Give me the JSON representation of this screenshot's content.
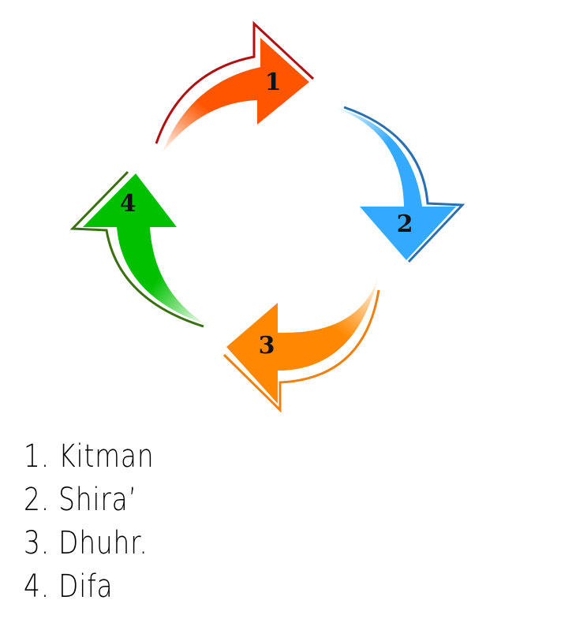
{
  "cycle": {
    "steps": [
      {
        "number": "1",
        "color": "#ff5500",
        "outline": "#b01010"
      },
      {
        "number": "2",
        "color": "#33aaff",
        "outline": "#2a6fb0"
      },
      {
        "number": "3",
        "color": "#ff8800",
        "outline": "#f08010"
      },
      {
        "number": "4",
        "color": "#00c000",
        "outline": "#3a7010"
      }
    ]
  },
  "legend": {
    "items": [
      "1. Kitman",
      "2. Shira’",
      "3. Dhuhr.",
      "4. Difa"
    ]
  }
}
